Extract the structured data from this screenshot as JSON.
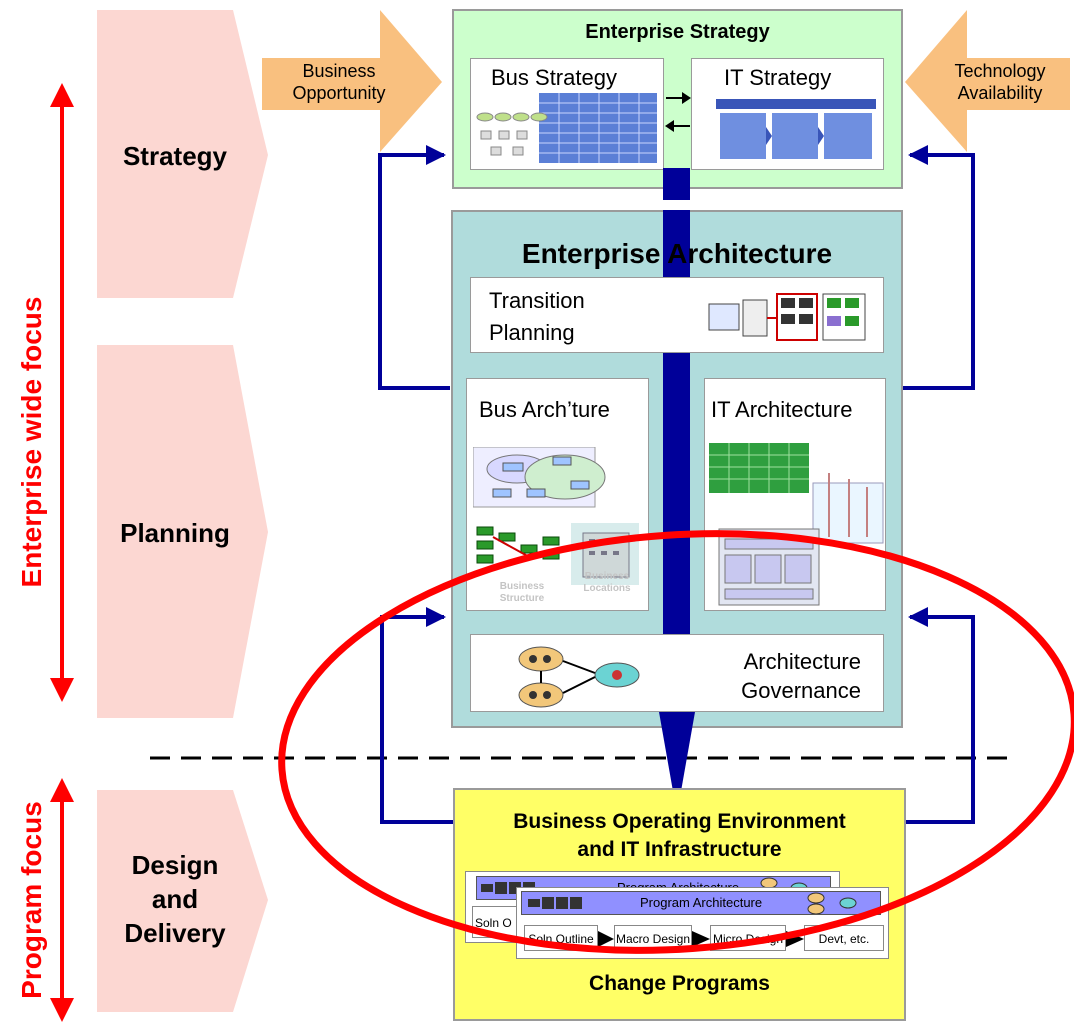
{
  "side_labels": {
    "enterprise_focus": "Enterprise wide focus",
    "program_focus": "Program  focus"
  },
  "phases": [
    {
      "label": "Strategy"
    },
    {
      "label": "Planning"
    },
    {
      "label_lines": [
        "Design",
        "and",
        "Delivery"
      ]
    }
  ],
  "inputs": {
    "business_opportunity": [
      "Business",
      "Opportunity"
    ],
    "technology_availability": [
      "Technology",
      "Availability"
    ]
  },
  "enterprise_strategy": {
    "title": "Enterprise Strategy",
    "bus_strategy": "Bus Strategy",
    "it_strategy": "IT Strategy"
  },
  "enterprise_architecture": {
    "title": "Enterprise Architecture",
    "transition_planning": [
      "Transition",
      "Planning"
    ],
    "bus_architecture": "Bus Arch’ture",
    "it_architecture": "IT Architecture",
    "business_structure": [
      "Business",
      "Structure"
    ],
    "business_locations": [
      "Business",
      "Locations"
    ],
    "architecture_governance": [
      "Architecture",
      "Governance"
    ]
  },
  "operating_environment": {
    "title_lines": [
      "Business Operating Environment",
      "and IT Infrastructure"
    ],
    "program_architecture": "Program Architecture",
    "steps": [
      "Soln Outline",
      "Macro Design",
      "Micro Design",
      "Devt, etc."
    ],
    "back_step": "Soln O",
    "footer": "Change Programs"
  },
  "colors": {
    "chevron": "#fcd7d2",
    "strategy_bg": "#ccffcc",
    "architecture_bg": "#b0dcdc",
    "operating_bg": "#ffff66",
    "input_arrow": "#f9c07f",
    "connector": "#000099",
    "focus_red": "#ff0000"
  }
}
